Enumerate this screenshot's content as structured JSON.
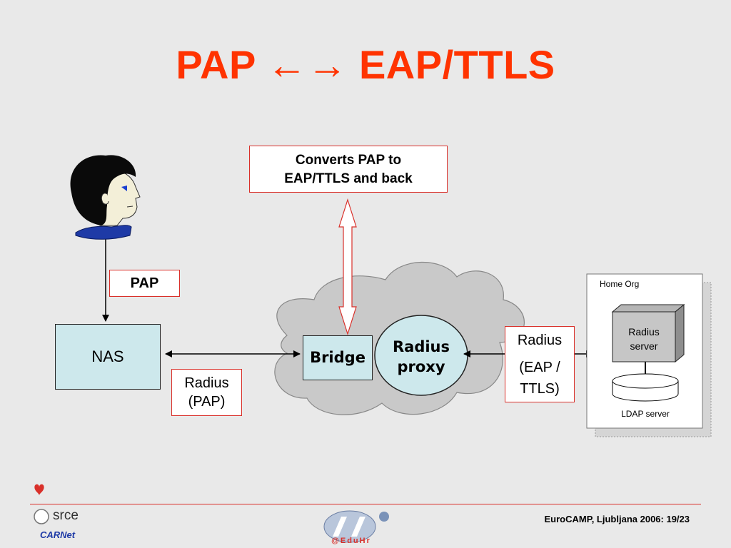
{
  "title": "PAP ←→ EAP/TTLS",
  "converter_note": {
    "line1": "Converts PAP to",
    "line2": "EAP/TTLS and back"
  },
  "labels": {
    "pap": "PAP",
    "nas": "NAS",
    "radius_pap_line1": "Radius",
    "radius_pap_line2": "(PAP)",
    "bridge": "Bridge",
    "radius_proxy_line1": "Radius",
    "radius_proxy_line2": "proxy",
    "radius_eap_line1": "Radius",
    "radius_eap_line2": "(EAP /",
    "radius_eap_line3": "TTLS)"
  },
  "home_org": {
    "title": "Home Org",
    "radius_server_line1": "Radius",
    "radius_server_line2": "server",
    "ldap_server": "LDAP server"
  },
  "footer": {
    "srce": "srce",
    "carnet": "CARNet",
    "eduhr": "@EduHr",
    "right_text": "EuroCAMP, Ljubljana 2006: 19/23"
  },
  "colors": {
    "title": "#ff3300",
    "box_border": "#d9302a",
    "cyan_fill": "#cde8ec",
    "cloud_fill": "#c9c9c9"
  }
}
